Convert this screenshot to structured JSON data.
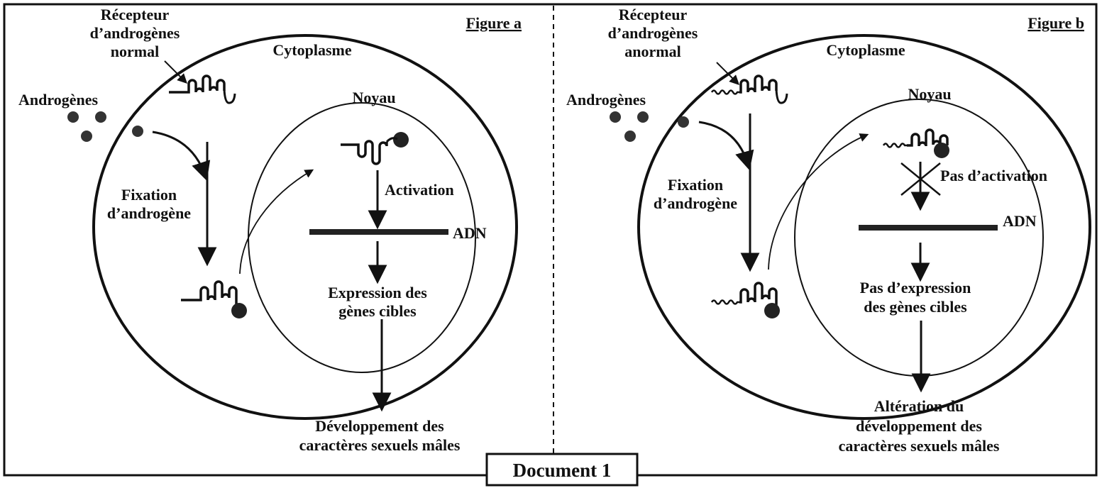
{
  "document_title": "Document 1",
  "panel_a": {
    "figure_label": "Figure a",
    "receptor_label": [
      "Récepteur",
      "d’androgènes",
      "normal"
    ],
    "cytoplasm_label": "Cytoplasme",
    "androgens_label": "Androgènes",
    "nucleus_label": "Noyau",
    "binding_label": [
      "Fixation",
      "d’androgène"
    ],
    "activation_label": "Activation",
    "dna_label": "ADN",
    "expression_label": [
      "Expression des",
      "gènes cibles"
    ],
    "outcome_label": [
      "Développement des",
      "caractères sexuels mâles"
    ]
  },
  "panel_b": {
    "figure_label": "Figure b",
    "receptor_label": [
      "Récepteur",
      "d’androgènes",
      "anormal"
    ],
    "cytoplasm_label": "Cytoplasme",
    "androgens_label": "Androgènes",
    "nucleus_label": "Noyau",
    "binding_label": [
      "Fixation",
      "d’androgène"
    ],
    "activation_label": "Pas d’activation",
    "dna_label": "ADN",
    "expression_label": [
      "Pas d’expression",
      "des gènes cibles"
    ],
    "outcome_label": [
      "Altération du",
      "développement des",
      "caractères sexuels mâles"
    ]
  },
  "icons": {
    "androgen": "androgen-molecule-icon",
    "receptor_normal": "normal-receptor-icon",
    "receptor_abnormal": "abnormal-receptor-icon",
    "blocked": "cross-icon"
  }
}
